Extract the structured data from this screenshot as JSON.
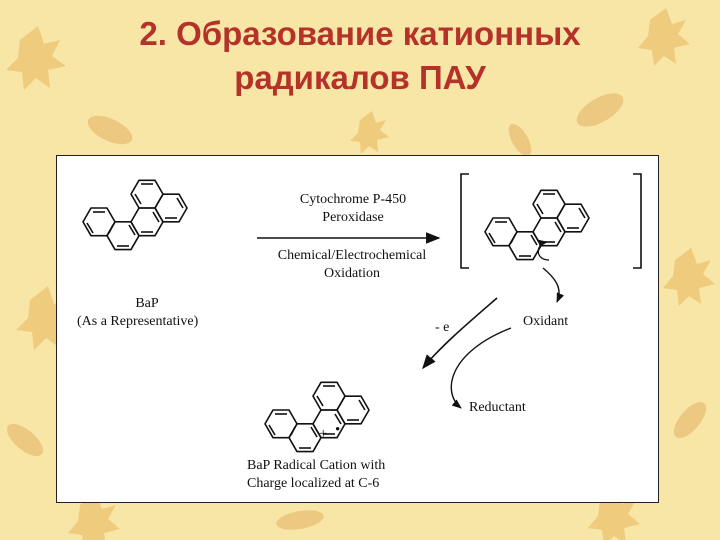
{
  "slide": {
    "title_line1": "2. Образование катионных",
    "title_line2": "радикалов ПАУ"
  },
  "diagram": {
    "reagent_top_1": "Cytochrome P-450",
    "reagent_top_2": "Peroxidase",
    "reagent_bottom_1": "Chemical/Electrochemical",
    "reagent_bottom_2": "Oxidation",
    "bap_label_1": "BaP",
    "bap_label_2": "(As a Representative)",
    "oxidant": "Oxidant",
    "minus_e": "- e",
    "reductant": "Reductant",
    "cation_label_1": "BaP Radical Cation with",
    "cation_label_2": "Charge localized at C-6",
    "charge_symbol": "+",
    "radical_symbol": "•"
  },
  "colors": {
    "title": "#b5322a",
    "background": "#f7e6a6",
    "leaf_orange": "#e8b25a",
    "ink": "#111111"
  }
}
